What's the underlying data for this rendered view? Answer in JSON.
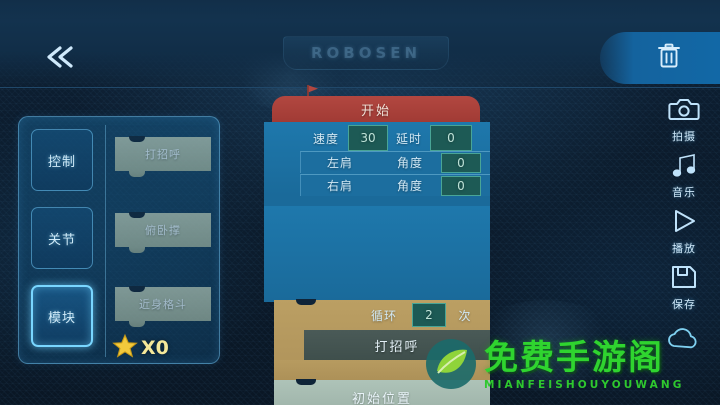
{
  "app": {
    "brand_logo": "ROBOSEN",
    "background_color": "#0c1b2b",
    "accent_color": "#79d6ff"
  },
  "topbar": {
    "back_icon": "double-chevron-left-icon",
    "trash_icon": "trash-can-icon",
    "trash_label": ""
  },
  "sidebar": {
    "categories": [
      {
        "label": "控制",
        "active": false
      },
      {
        "label": "关节",
        "active": false
      },
      {
        "label": "模块",
        "active": true
      }
    ],
    "palette_blocks": [
      {
        "label": "打招呼"
      },
      {
        "label": "俯卧撑"
      },
      {
        "label": "近身格斗"
      }
    ],
    "star": {
      "icon": "star-icon",
      "count_label": "X0",
      "color": "#f2c93c"
    }
  },
  "program": {
    "flag_icon": "green-flag-icon",
    "start_block": {
      "label": "开始",
      "color": "#a13b35"
    },
    "motion_block": {
      "color": "#1a6a9a",
      "fields": [
        {
          "label": "速度",
          "value": "30"
        },
        {
          "label": "延时",
          "value": "0"
        }
      ],
      "joint_rows": [
        {
          "joint": "左肩",
          "param": "角度",
          "value": "0"
        },
        {
          "joint": "右肩",
          "param": "角度",
          "value": "0"
        }
      ]
    },
    "loop_block": {
      "color": "#ad9159",
      "label": "循环",
      "count": "2",
      "unit": "次",
      "child_label": "打招呼"
    },
    "end_block": {
      "label": "初始位置",
      "color": "#9db2a8"
    }
  },
  "right_rail": {
    "items": [
      {
        "icon": "camera-icon",
        "label": "拍摄"
      },
      {
        "icon": "music-note-icon",
        "label": "音乐"
      },
      {
        "icon": "play-icon",
        "label": "播放"
      },
      {
        "icon": "save-floppy-icon",
        "label": "保存"
      }
    ],
    "cloud_icon": "cloud-upload-icon"
  },
  "watermark": {
    "logo_icon": "green-leaf-logo",
    "cn_text": "免费手游阁",
    "en_text": "MIANFEISHOUYOUWANG",
    "color": "#2fd42f"
  }
}
